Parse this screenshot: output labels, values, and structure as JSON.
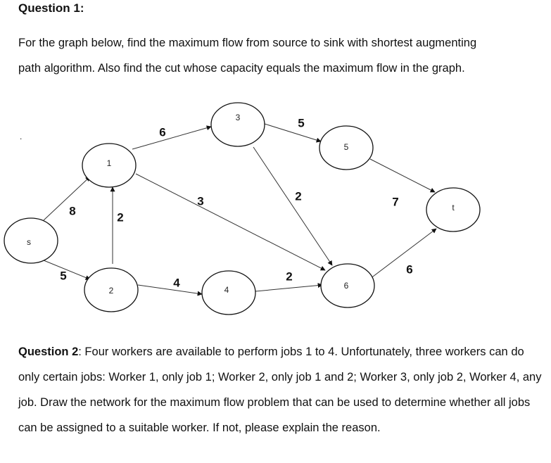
{
  "question1": {
    "heading": "Question 1:",
    "line1": "For the graph below, find the maximum flow from source to sink with shortest augmenting",
    "line2": "path algorithm. Also find the cut whose capacity equals the maximum flow in the graph."
  },
  "graph": {
    "stray_mark": ".",
    "nodes": {
      "s": "s",
      "n1": "1",
      "n2": "2",
      "n3": "3",
      "n4": "4",
      "n5": "5",
      "n6": "6",
      "t": "t"
    },
    "capacities": {
      "s_1": "8",
      "s_2": "5",
      "2_1": "2",
      "1_3": "6",
      "1_6": "3",
      "2_4": "4",
      "3_5": "5",
      "3_6": "2",
      "4_6": "2",
      "5_t": "7",
      "6_t": "6"
    }
  },
  "question2": {
    "heading": "Question 2",
    "text": ": Four workers are available to perform jobs 1 to 4. Unfortunately, three workers can do only certain jobs: Worker 1, only job 1; Worker 2, only job 1 and 2; Worker 3, only job 2, Worker 4, any job. Draw the network for the maximum flow problem that can be used to determine whether all jobs can be assigned to a suitable worker. If not, please explain the reason."
  }
}
